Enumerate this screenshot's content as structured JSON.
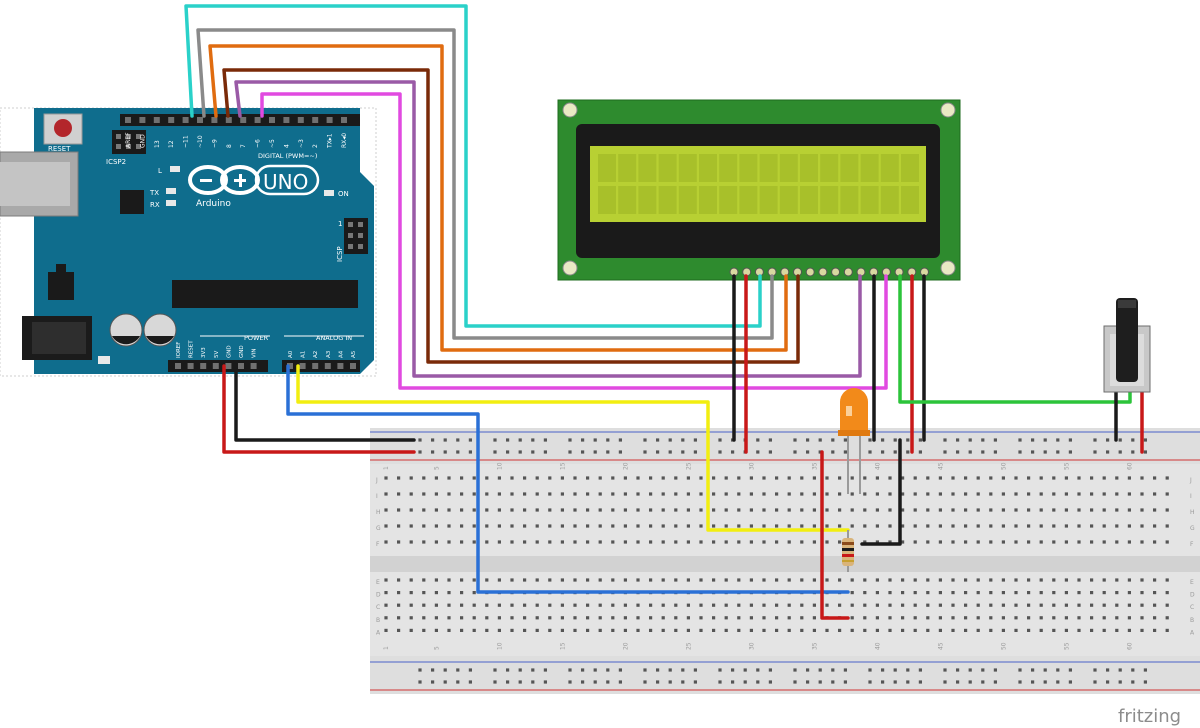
{
  "arduino": {
    "model": "UNO",
    "brand": "Arduino",
    "reset_label": "RESET",
    "icsp2_label": "ICSP2",
    "icsp_label": "ICSP",
    "digital_label": "DIGITAL (PWM=~)",
    "power_label": "POWER",
    "analog_label": "ANALOG IN",
    "led_l": "L",
    "led_tx": "TX",
    "led_rx": "RX",
    "led_on": "ON",
    "icsp_pin1": "1",
    "digital_pins": [
      "AREF",
      "GND",
      "13",
      "12",
      "~11",
      "~10",
      "~9",
      "8",
      "7",
      "~6",
      "~5",
      "4",
      "~3",
      "2",
      "TX▸1",
      "RX◂0"
    ],
    "power_pins": [
      "IOREF",
      "RESET",
      "3V3",
      "5V",
      "GND",
      "GND",
      "VIN"
    ],
    "analog_pins": [
      "A0",
      "A1",
      "A2",
      "A3",
      "A4",
      "A5"
    ]
  },
  "breadboard": {
    "column_numbers": [
      "1",
      "5",
      "10",
      "15",
      "20",
      "25",
      "30",
      "35",
      "40",
      "45",
      "50",
      "55",
      "60"
    ],
    "rows_top": [
      "J",
      "I",
      "H",
      "G",
      "F"
    ],
    "rows_bottom": [
      "E",
      "D",
      "C",
      "B",
      "A"
    ]
  },
  "footer": {
    "brand": "fritzing"
  },
  "colors": {
    "board": "#0f6d8d",
    "lcd_pcb": "#2e8b2e",
    "lcd_screen": "#b8d033",
    "wire_cyan": "#2ad1c9",
    "wire_gray": "#8a8a8a",
    "wire_orange": "#e06c10",
    "wire_brown": "#7a2a08",
    "wire_purple": "#9a5aa6",
    "wire_magenta": "#e14ae0",
    "wire_yellow": "#f2ee10",
    "wire_blue": "#2a70d6",
    "wire_red": "#c81818",
    "wire_black": "#1a1a1a",
    "wire_green": "#2cc43a"
  }
}
